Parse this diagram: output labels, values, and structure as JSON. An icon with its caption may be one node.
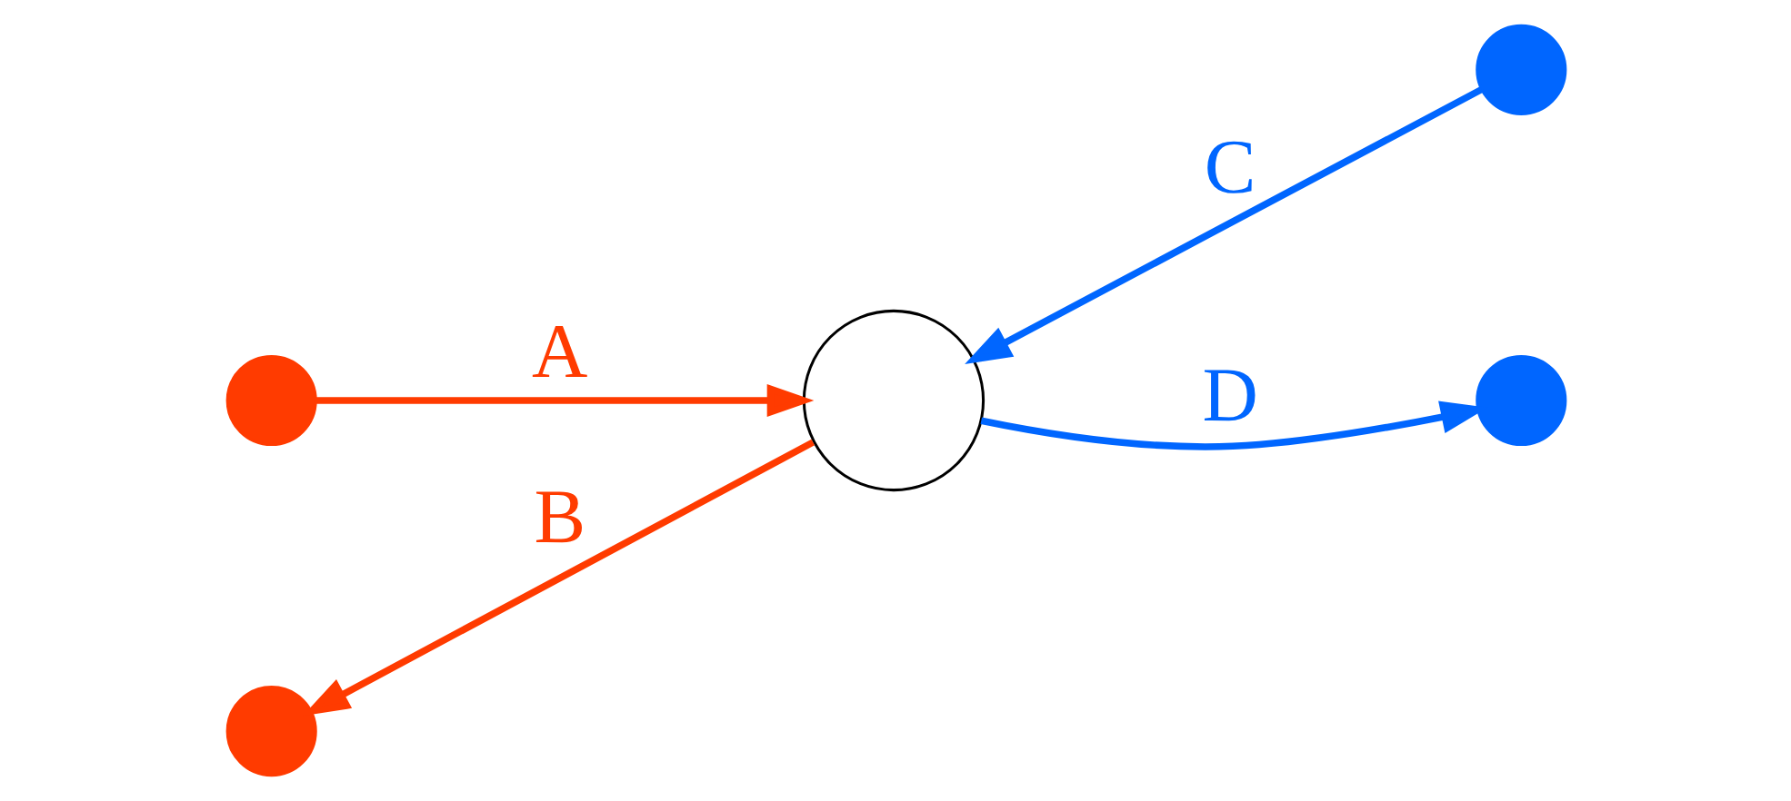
{
  "diagram": {
    "nodes": [
      {
        "text": [],
        "shape": "circle"
      },
      {
        "text": [],
        "shape": "circle"
      },
      {
        "text": [],
        "shape": "circle"
      },
      {
        "text": [],
        "shape": "circle"
      },
      {
        "text": [],
        "shape": "circle"
      }
    ],
    "edges": [
      {
        "from": 0,
        "to": 2,
        "arrow": "to",
        "label": "A",
        "color": "#ff3b00"
      },
      {
        "from": 2,
        "to": 3,
        "arrow": "to",
        "label": "B",
        "color": "#ff3b00"
      },
      {
        "from": 1,
        "to": 2,
        "arrow": "to",
        "label": "C",
        "color": "#0066ff"
      },
      {
        "from": 2,
        "to": 4,
        "arrow": "to",
        "label": "D",
        "color": "#0066ff"
      }
    ]
  }
}
